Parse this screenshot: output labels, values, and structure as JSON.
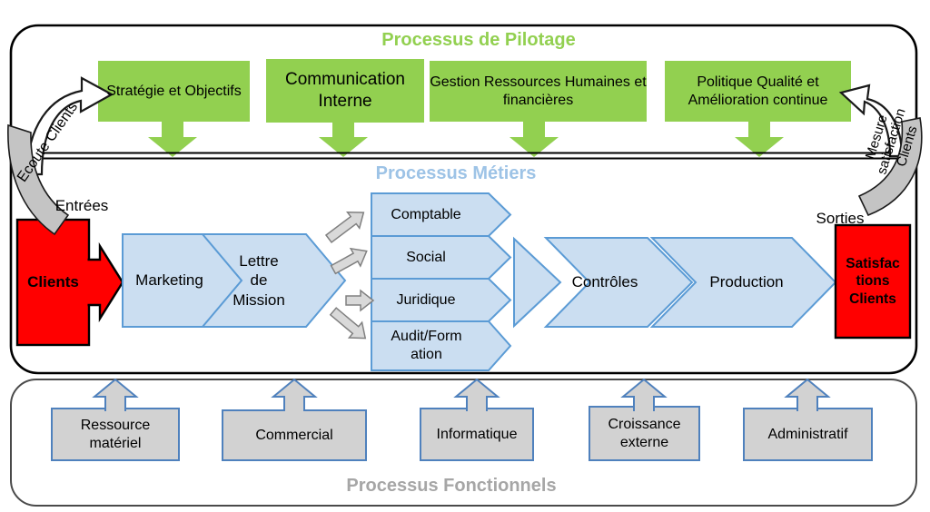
{
  "colors": {
    "green": "#92D050",
    "titleGreen": "#92D050",
    "titleBlue": "#9DC3E6",
    "titleGray": "#A6A6A6",
    "chevFill": "#CBDEF1",
    "chevStroke": "#5B9BD5",
    "red": "#FF0000",
    "grayFill": "#D2D2D2",
    "grayStroke": "#4F81BD",
    "connFill": "#D9D9D9",
    "connStroke": "#808080",
    "bandGray": "#C4C4C4"
  },
  "pilotage": {
    "title": "Processus de Pilotage",
    "boxes": [
      {
        "label": "Stratégie et Objectifs"
      },
      {
        "label": "Communication Interne"
      },
      {
        "label": "Gestion Ressources Humaines et financières"
      },
      {
        "label": "Politique Qualité et Amélioration continue"
      }
    ]
  },
  "metiers": {
    "title": "Processus Métiers",
    "entrees": "Entrées",
    "sorties": "Sorties",
    "steps": {
      "clients": "Clients",
      "marketing": "Marketing",
      "lettre_de_mission": [
        "Lettre",
        "de",
        "Mission"
      ],
      "comptable": "Comptable",
      "social": "Social",
      "juridique": "Juridique",
      "audit_formation": [
        "Audit/Form",
        "ation"
      ],
      "controles": "Contrôles",
      "production": "Production",
      "satisfactions_clients": [
        "Satisfac",
        "tions",
        "Clients"
      ]
    },
    "feedback": {
      "ecoute_clients": "Ecoute Clients",
      "mesure_satisfaction": [
        "Mesure",
        "satisfaction",
        "Clients"
      ]
    }
  },
  "fonctionnels": {
    "title": "Processus Fonctionnels",
    "boxes": [
      {
        "label": [
          "Ressource",
          "matériel"
        ]
      },
      {
        "label": "Commercial"
      },
      {
        "label": "Informatique"
      },
      {
        "label": [
          "Croissance",
          "externe"
        ]
      },
      {
        "label": "Administratif"
      }
    ]
  }
}
